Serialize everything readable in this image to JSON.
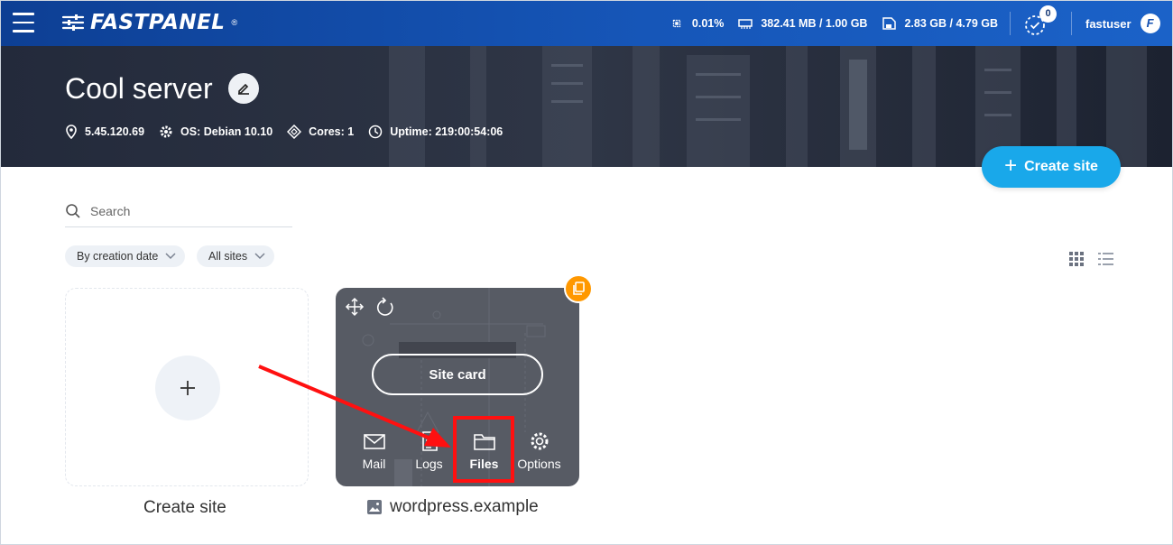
{
  "topbar": {
    "logo_text": "FASTPANEL",
    "logo_reg": "®",
    "cpu": "0.01%",
    "ram": "382.41 MB / 1.00 GB",
    "disk": "2.83 GB / 4.79 GB",
    "tasks_count": "0",
    "username": "fastuser",
    "avatar_letter": "F"
  },
  "server": {
    "title": "Cool server",
    "ip": "5.45.120.69",
    "os": "OS: Debian 10.10",
    "cores": "Cores: 1",
    "uptime": "Uptime: 219:00:54:06"
  },
  "toolbar": {
    "create_site_label": "Create site",
    "create_site_plus": "+",
    "search_placeholder": "Search",
    "sort_filter": "By creation date",
    "type_filter": "All sites"
  },
  "cards": {
    "new_card_label": "Create site",
    "site_card_button": "Site card",
    "site_name": "wordpress.example",
    "actions": [
      {
        "label": "Mail"
      },
      {
        "label": "Logs"
      },
      {
        "label": "Files"
      },
      {
        "label": "Options"
      }
    ]
  },
  "colors": {
    "topbar": "#1656b8",
    "accent": "#19a8ea",
    "badge": "#ff9800",
    "annotation": "#ff1010"
  },
  "icons": [
    "menu-icon",
    "cpu-icon",
    "ram-icon",
    "disk-icon",
    "tasks-icon",
    "edit-icon",
    "location-icon",
    "os-icon",
    "cores-icon",
    "clock-icon",
    "search-icon",
    "chevron-down-icon",
    "grid-view-icon",
    "list-view-icon",
    "move-icon",
    "refresh-icon",
    "copy-icon",
    "mail-icon",
    "logs-icon",
    "folder-icon",
    "gear-icon",
    "image-icon"
  ]
}
